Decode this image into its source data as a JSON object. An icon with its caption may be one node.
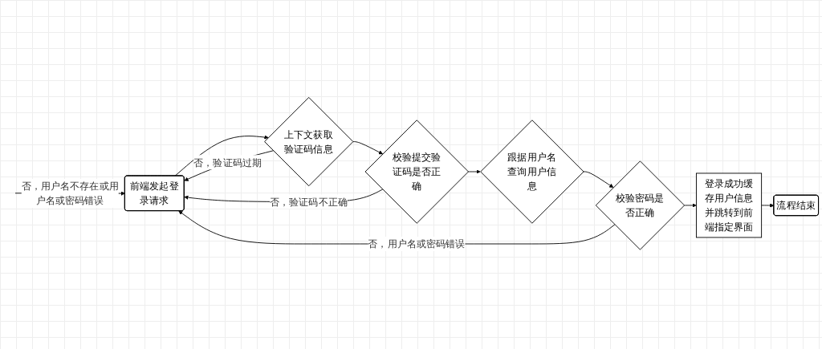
{
  "diagram": {
    "nodes": [
      {
        "text": [
          "前端发起登录请求"
        ]
      },
      {
        "text": [
          "流程结束"
        ]
      },
      {
        "text": [
          "登录成功缓存用户信息并跳转到前端指定界面"
        ]
      },
      {
        "text": [
          "上下文获取验证码信息"
        ]
      },
      {
        "text": [
          "校验密码是否正确"
        ]
      },
      {
        "text": [
          "校验提交验证码是否正确"
        ]
      },
      {
        "text": [
          "跟据用户名查询用户信息"
        ]
      }
    ],
    "edges": [
      {
        "from": null,
        "to": 0,
        "arrow": "to",
        "label": "否，用户名不存在或用户名或密码错误"
      },
      {
        "from": 0,
        "to": 3,
        "arrow": "to"
      },
      {
        "from": 3,
        "to": 0,
        "arrow": "to",
        "label": "否，验证码过期"
      },
      {
        "from": 3,
        "to": 5,
        "arrow": "to"
      },
      {
        "from": 5,
        "to": 0,
        "arrow": "to",
        "label": "否，验证码不正确"
      },
      {
        "from": 5,
        "to": 6,
        "arrow": "to"
      },
      {
        "from": 6,
        "to": 4,
        "arrow": "to"
      },
      {
        "from": 4,
        "to": 2,
        "arrow": "to"
      },
      {
        "from": 2,
        "to": 1,
        "arrow": "to"
      },
      {
        "from": 4,
        "to": 0,
        "arrow": "to",
        "label": "否，用户名或密码错误"
      }
    ]
  }
}
